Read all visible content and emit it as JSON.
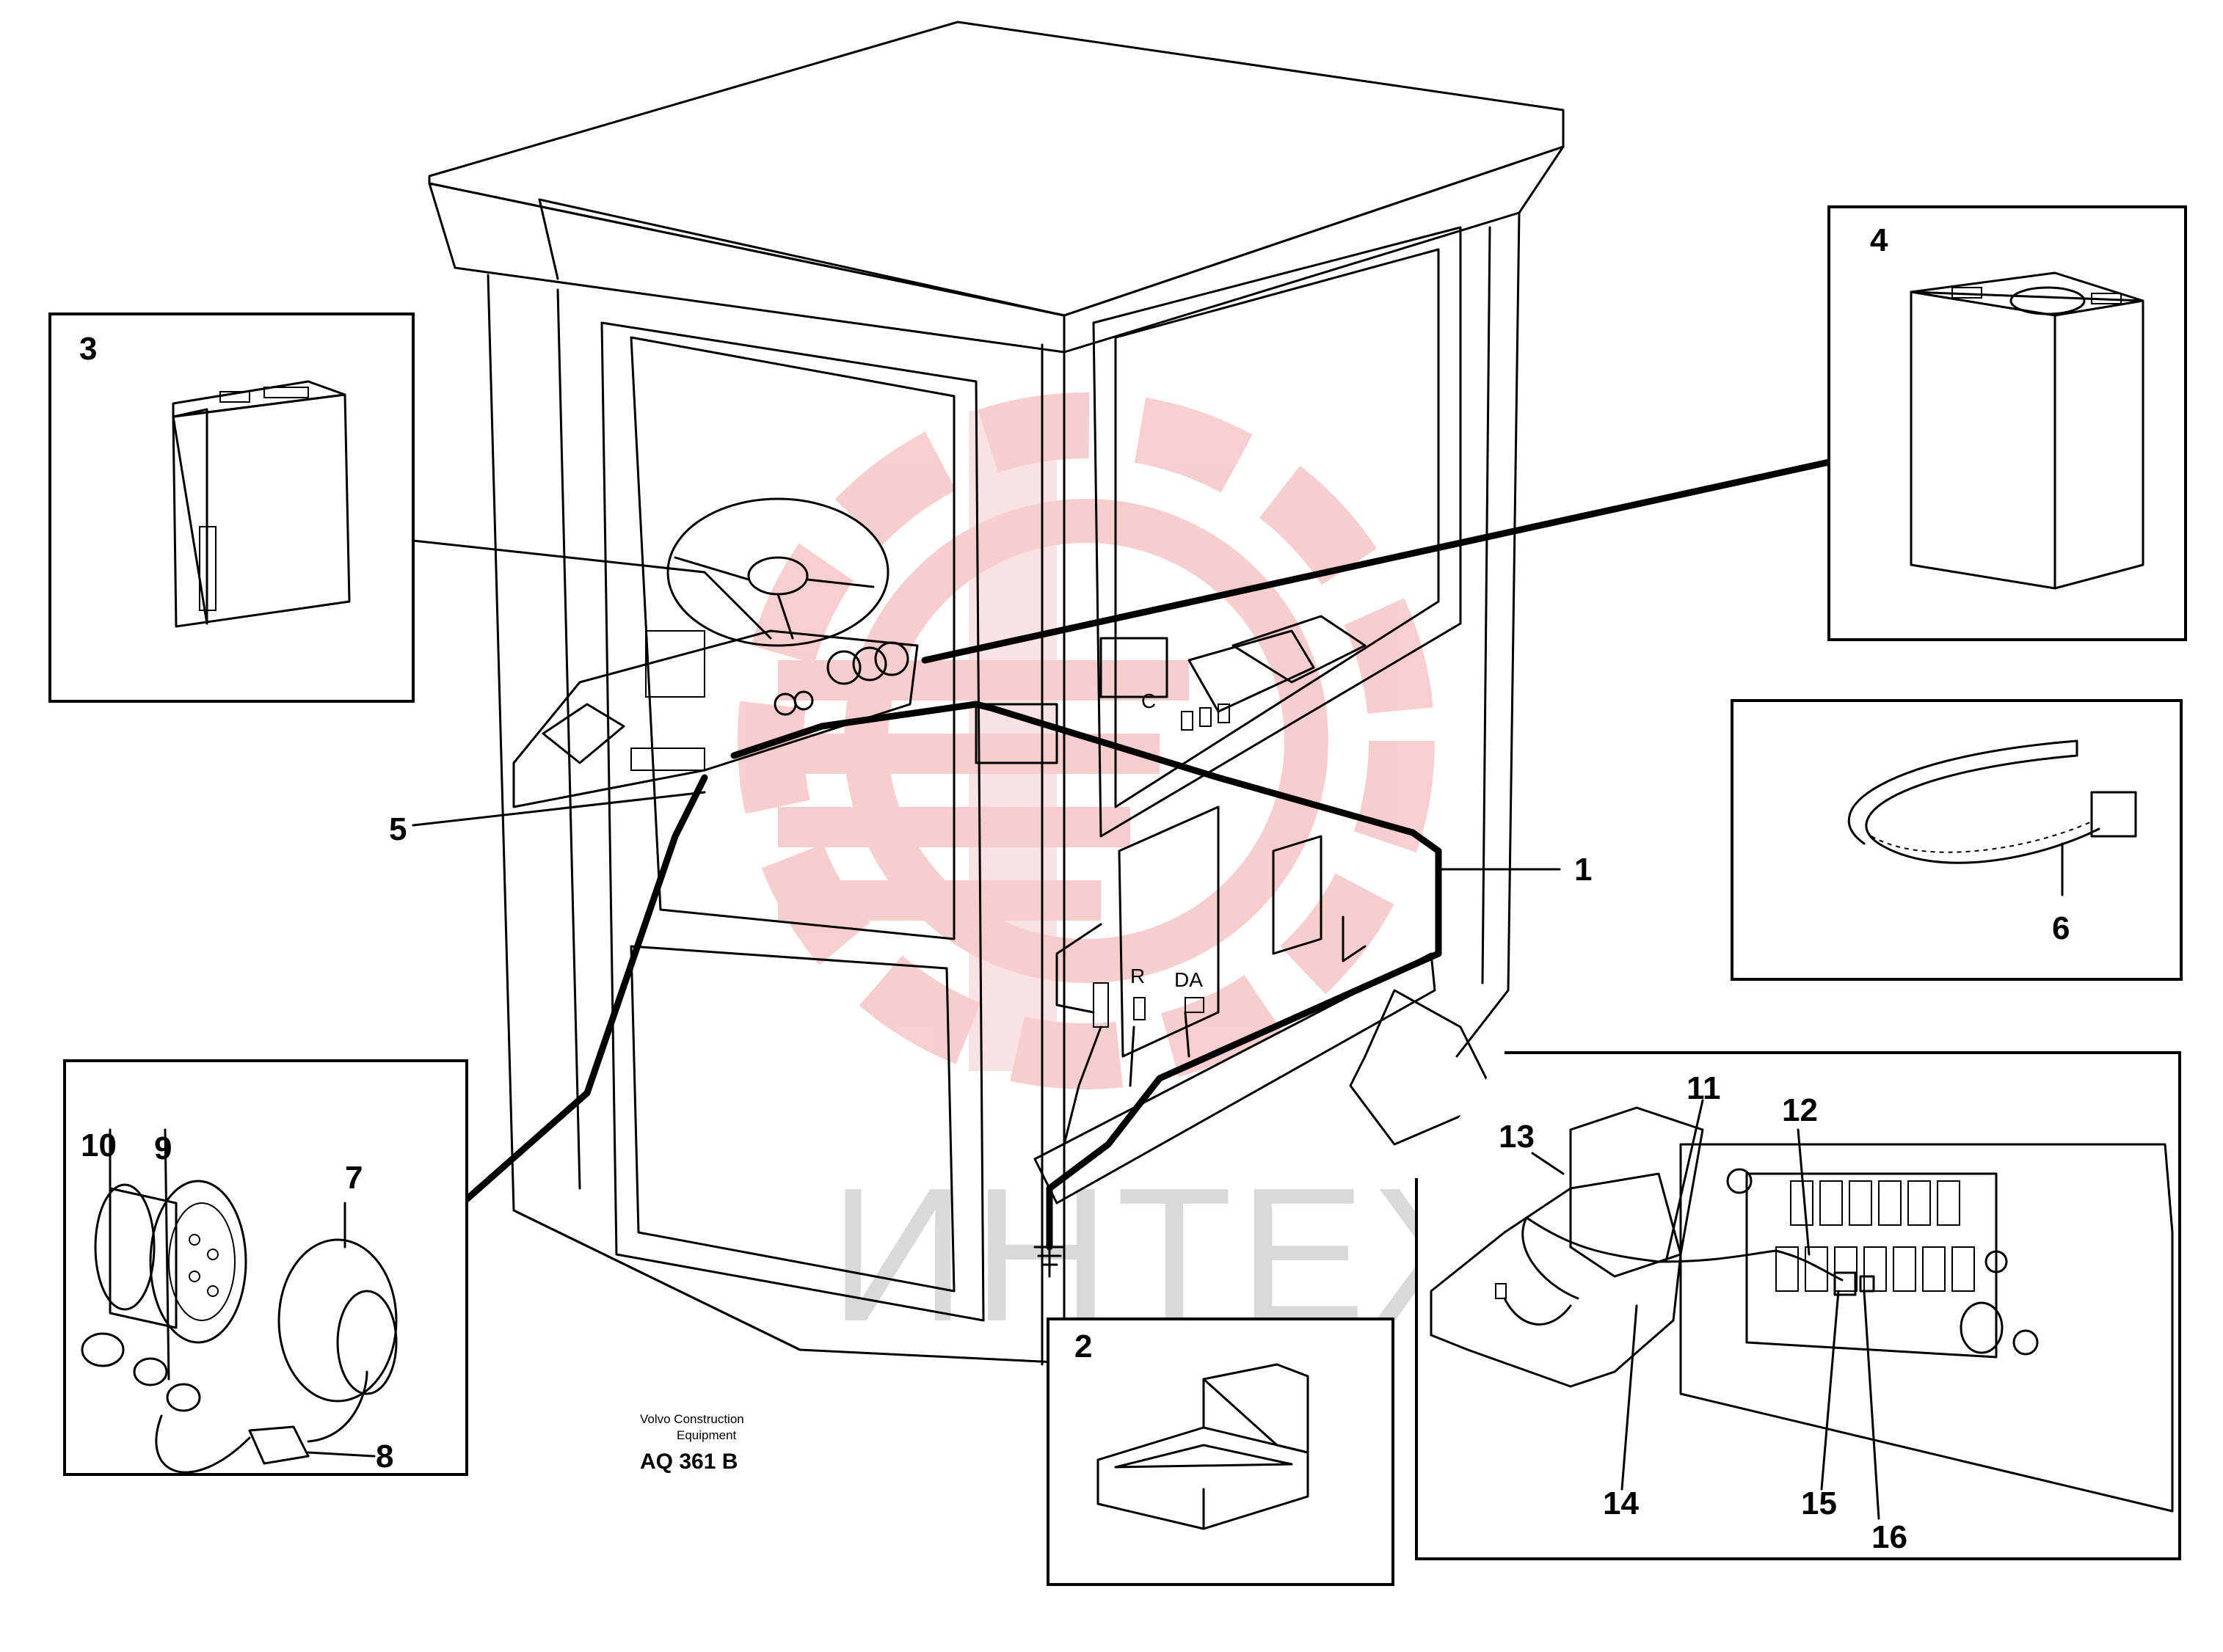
{
  "callouts": {
    "c1": "1",
    "c2": "2",
    "c3": "3",
    "c4": "4",
    "c5": "5",
    "c6": "6",
    "c7": "7",
    "c8": "8",
    "c9": "9",
    "c10": "10",
    "c11": "11",
    "c12": "12",
    "c13": "13",
    "c14": "14",
    "c15": "15",
    "c16": "16"
  },
  "caption": {
    "line1": "Volvo Construction",
    "line2": "Equipment",
    "ref": "AQ 361 B"
  },
  "panel_letters": {
    "c": "C",
    "r": "R",
    "da": "DA"
  },
  "watermark": {
    "text": "ИНТЕХ",
    "color": "#f2a0a0"
  }
}
